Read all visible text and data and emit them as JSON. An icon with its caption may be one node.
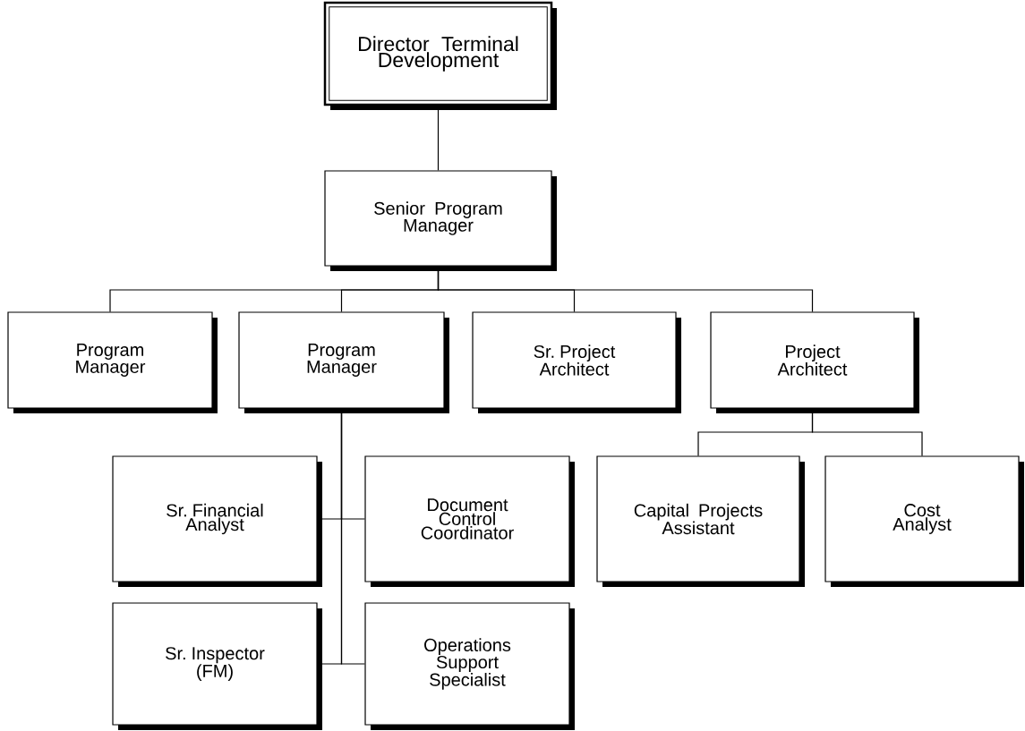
{
  "diagram": {
    "nodes": [
      {
        "text": [
          "Director Terminal Development"
        ]
      },
      {
        "text": [
          "Senior Program Manager"
        ]
      },
      {
        "text": [
          "Program Manager"
        ]
      },
      {
        "text": [
          "Program Manager"
        ]
      },
      {
        "text": [
          "Sr. Project Architect"
        ]
      },
      {
        "text": [
          "Project Architect"
        ]
      },
      {
        "text": [
          "Sr. Financial Analyst"
        ]
      },
      {
        "text": [
          "Document Control Coordinator"
        ]
      },
      {
        "text": [
          "Capital Projects Assistant"
        ]
      },
      {
        "text": [
          "Cost Analyst"
        ]
      },
      {
        "text": [
          "Sr. Inspector (FM)"
        ]
      },
      {
        "text": [
          "Operations Support Specialist"
        ]
      }
    ],
    "edges": [
      {
        "from": 0,
        "to": 1,
        "arrow": "none"
      },
      {
        "from": 1,
        "to": 2,
        "arrow": "none"
      },
      {
        "from": 1,
        "to": 3,
        "arrow": "none"
      },
      {
        "from": 1,
        "to": 4,
        "arrow": "none"
      },
      {
        "from": 1,
        "to": 5,
        "arrow": "none"
      },
      {
        "from": 3,
        "to": 6,
        "arrow": "none"
      },
      {
        "from": 3,
        "to": 7,
        "arrow": "none"
      },
      {
        "from": 3,
        "to": 10,
        "arrow": "none"
      },
      {
        "from": 3,
        "to": 11,
        "arrow": "none"
      },
      {
        "from": 5,
        "to": 8,
        "arrow": "none"
      },
      {
        "from": 5,
        "to": 9,
        "arrow": "none"
      }
    ]
  }
}
